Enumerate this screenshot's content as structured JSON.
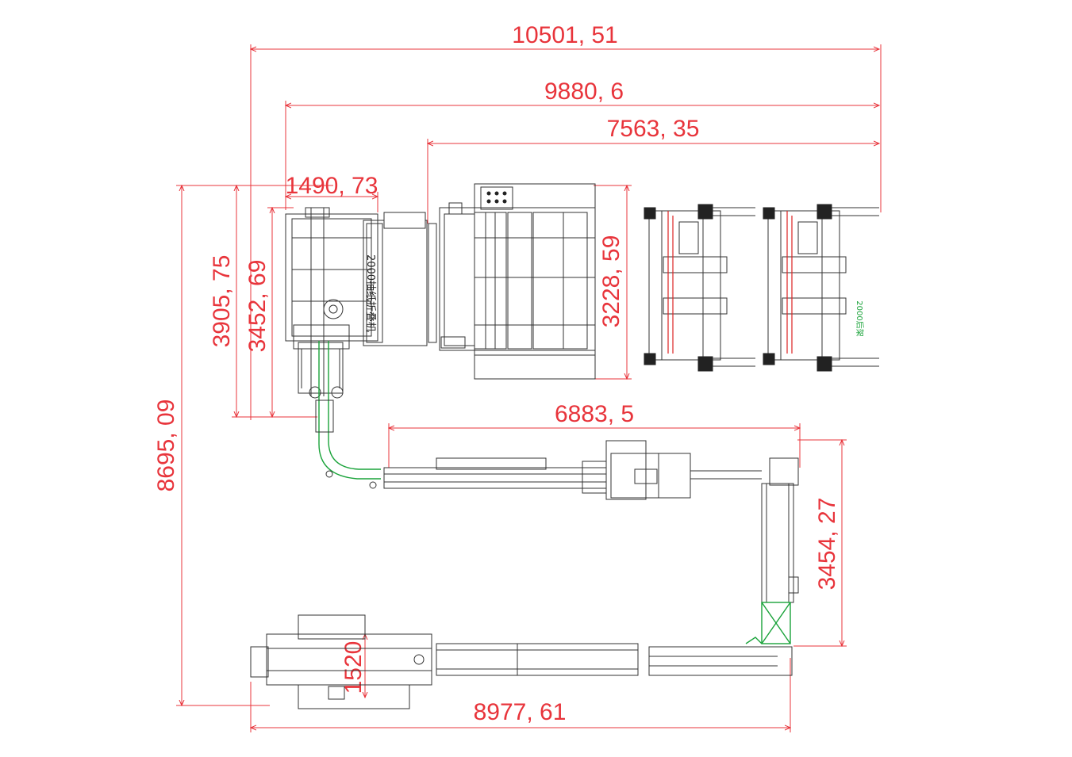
{
  "dimensions": {
    "top_overall": "10501, 51",
    "top_second": "9880, 6",
    "top_third": "7563, 35",
    "top_small": "1490, 73",
    "left_overall": "8695, 09",
    "left_second": "3905, 75",
    "left_third": "3452, 69",
    "right_machine_height": "3228, 59",
    "middle_conveyor": "6883, 5",
    "right_vertical": "3454, 27",
    "bottom_overall": "8977, 61",
    "bottom_small": "1520"
  },
  "labels": {
    "machine_vertical_text": "2000抽纸折叠机",
    "rack_label": "2000后架"
  },
  "colors": {
    "dimension": "#e8343b",
    "machine": "#333333",
    "highlight": "#1aa33a",
    "accent_red": "#d22222"
  }
}
